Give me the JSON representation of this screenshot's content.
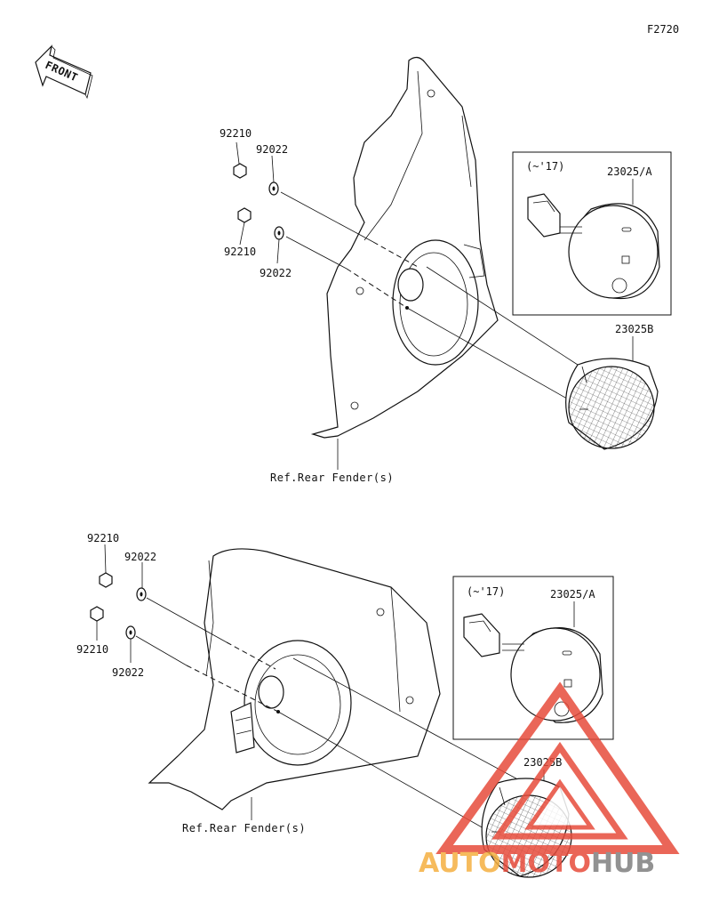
{
  "figure_code": "F2720",
  "front_label": "FRONT",
  "upper": {
    "nut_top": "92210",
    "washer_top": "92022",
    "nut_bottom": "92210",
    "washer_bottom": "92022",
    "inset_year": "(~'17)",
    "lamp_a": "23025/A",
    "lamp_b": "23025B",
    "ref": "Ref.Rear Fender(s)"
  },
  "lower": {
    "nut_top": "92210",
    "washer_top": "92022",
    "nut_bottom": "92210",
    "washer_bottom": "92022",
    "inset_year": "(~'17)",
    "lamp_a": "23025/A",
    "lamp_b": "23025B",
    "ref": "Ref.Rear Fender(s)"
  },
  "watermark": {
    "part1": "AUTO",
    "part2": "MOTO",
    "part3": "HUB",
    "color_orange": "#f5b041",
    "color_red": "#e74c3c",
    "color_gray": "#7f7f7f"
  }
}
